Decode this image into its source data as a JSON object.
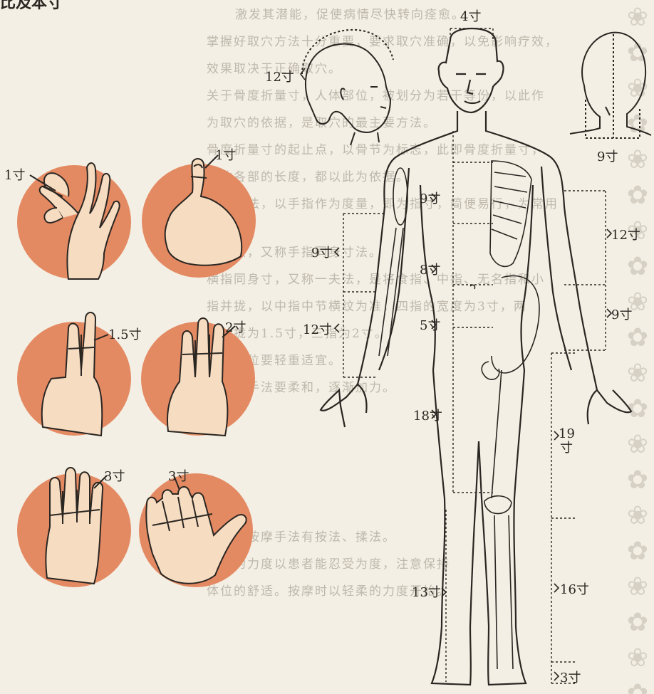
{
  "top_fragment": "比及本寸",
  "background_lines": [
    "激发其潜能，促使病情尽快转向痊愈。",
    "掌握好取穴方法十分重要，要求取穴准确，以免影响疗效，",
    "效果取决于正确取穴。",
    "关于骨度折量寸，人体部位，被划分为若干等份，以此作",
    "为取穴的依据，是取穴的最主要方法。",
    "骨度折量寸的起止点，以骨节为标志，此即骨度折量寸，",
    "人体各部的长度，都以此为依据。",
    "同身寸法，以手指作为度量，即为指寸，简便易行，为常用",
    "取穴法，又称手指同身寸法。",
    "横指同身寸，又称一夫法，是将食指、中指、无名指和小",
    "指并拢，以中指中节横纹为准，四指的宽度为3寸，两",
    "指并拢为1.5寸，三指为2寸。",
    "按揉穴位要轻重适宜。",
    "用力时手法要柔和，逐渐加力。",
    "常用的按摩手法有按法、揉法。",
    "按摩的力度以患者能忍受为度，注意保持",
    "体位的舒适。按摩时以轻柔的力度开始。"
  ],
  "finger_units": [
    {
      "label": "1寸"
    },
    {
      "label": "1寸"
    },
    {
      "label": "1.5寸"
    },
    {
      "label": "2寸"
    },
    {
      "label": "3寸"
    },
    {
      "label": "3寸"
    }
  ],
  "body_measures": {
    "head_top": "4寸",
    "head_side": "12寸",
    "back_neck": "9寸",
    "chest": "9寸",
    "upper_abdomen": "8寸",
    "lower_abdomen": "5寸",
    "upper_arm": "9寸",
    "forearm": "12寸",
    "right_upper": "12寸",
    "right_lower": "9寸",
    "thigh": "18寸",
    "outer_thigh_num": "19",
    "outer_thigh_unit": "寸",
    "lower_leg_inner": "13寸",
    "lower_leg_outer": "16寸",
    "ankle": "3寸"
  },
  "colors": {
    "circle": "#e48a63",
    "skin": "#f6dcc1",
    "line": "#2a2622",
    "paper": "#f3efe4"
  }
}
